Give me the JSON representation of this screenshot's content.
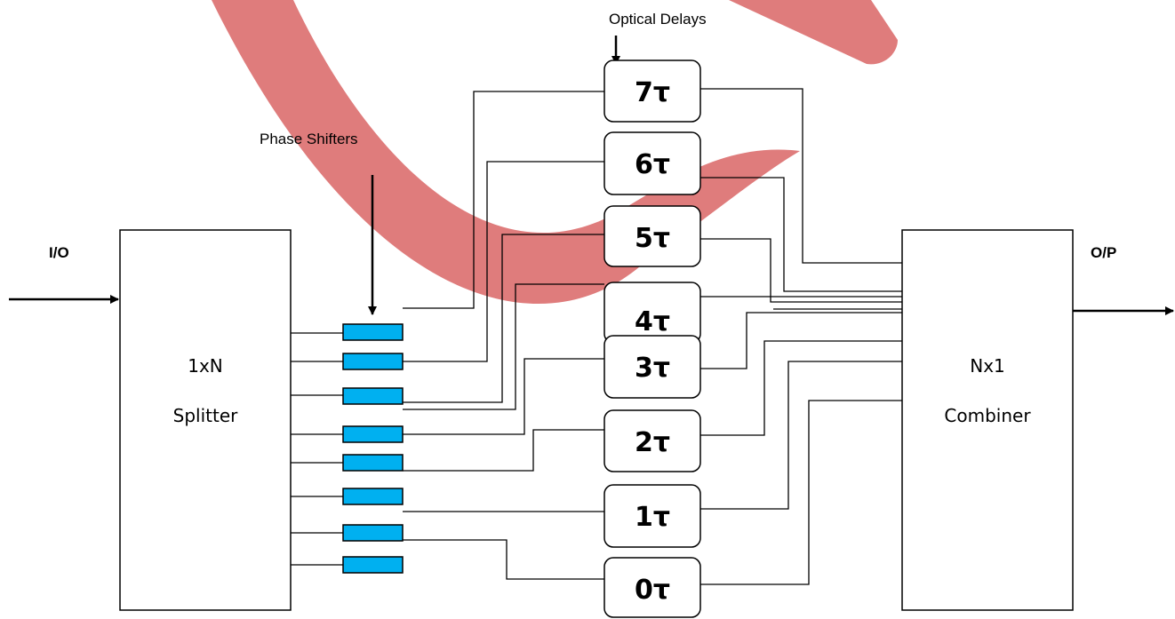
{
  "colors": {
    "phase_shifter_fill": "#00B0F0",
    "watermark": "#DC6E6E",
    "line": "#000000"
  },
  "input_label": "I/O",
  "output_label": "O/P",
  "phase_shifters_label": "Phase Shifters",
  "optical_delays_label": "Optical Delays",
  "splitter": {
    "line1": "1xN",
    "line2": "Splitter"
  },
  "combiner": {
    "line1": "Nx1",
    "line2": "Combiner"
  },
  "delays": [
    "7τ",
    "6τ",
    "5τ",
    "4τ",
    "3τ",
    "2τ",
    "1τ",
    "0τ"
  ],
  "phase_shifter_count": 8
}
